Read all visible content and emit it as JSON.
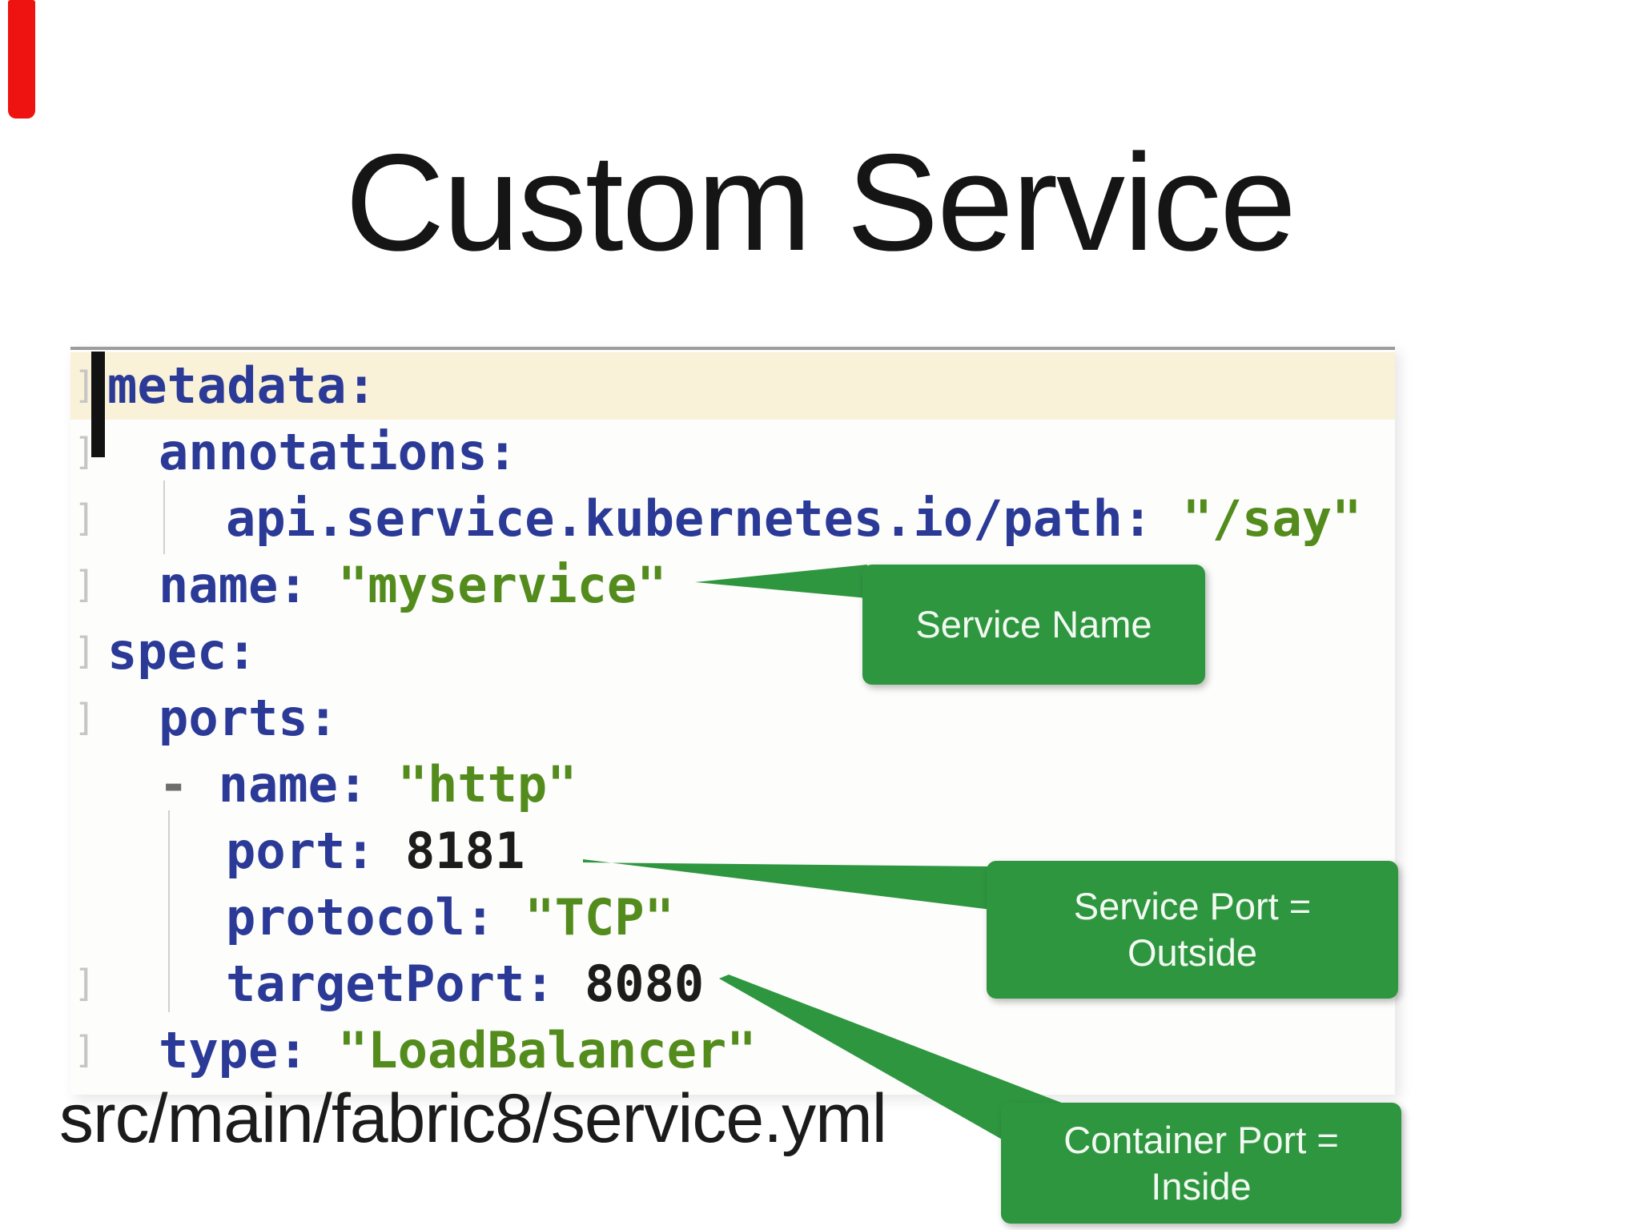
{
  "slide": {
    "title": "Custom Service",
    "source_path": "src/main/fabric8/service.yml"
  },
  "colors": {
    "callout_green": "#2f9640",
    "code_key_blue": "#2a3a96",
    "code_string_green": "#538c1d",
    "code_number_black": "#1c1c1c",
    "highlight_cream": "#f9f2d8",
    "red_marker": "#ee1310",
    "gutter_gray": "#c6c6c6",
    "editor_border_gray": "#9c9c9c"
  },
  "code": {
    "gutter_symbol": "]",
    "lines": [
      {
        "gutter": true,
        "indent": 0,
        "highlight": true,
        "tokens": [
          {
            "c": "key",
            "t": "metadata:"
          }
        ]
      },
      {
        "gutter": true,
        "indent": 1,
        "tokens": [
          {
            "c": "key",
            "t": "annotations:"
          }
        ]
      },
      {
        "gutter": true,
        "indent": 2,
        "tokens": [
          {
            "c": "key",
            "t": "api.service.kubernetes.io/path:"
          },
          {
            "c": "sp",
            "t": " "
          },
          {
            "c": "str",
            "t": "\"/say\""
          }
        ]
      },
      {
        "gutter": true,
        "indent": 1,
        "tokens": [
          {
            "c": "key",
            "t": "name:"
          },
          {
            "c": "sp",
            "t": " "
          },
          {
            "c": "str",
            "t": "\"myservice\""
          }
        ]
      },
      {
        "gutter": true,
        "indent": 0,
        "tokens": [
          {
            "c": "key",
            "t": "spec:"
          }
        ]
      },
      {
        "gutter": true,
        "indent": 1,
        "tokens": [
          {
            "c": "key",
            "t": "ports:"
          }
        ]
      },
      {
        "gutter": false,
        "indent": 1,
        "tokens": [
          {
            "c": "dash",
            "t": "- "
          },
          {
            "c": "key",
            "t": "name:"
          },
          {
            "c": "sp",
            "t": " "
          },
          {
            "c": "str",
            "t": "\"http\""
          }
        ]
      },
      {
        "gutter": false,
        "indent": 2,
        "tokens": [
          {
            "c": "key",
            "t": "port:"
          },
          {
            "c": "sp",
            "t": " "
          },
          {
            "c": "num",
            "t": "8181"
          }
        ]
      },
      {
        "gutter": false,
        "indent": 2,
        "tokens": [
          {
            "c": "key",
            "t": "protocol:"
          },
          {
            "c": "sp",
            "t": " "
          },
          {
            "c": "str",
            "t": "\"TCP\""
          }
        ]
      },
      {
        "gutter": true,
        "indent": 2,
        "tokens": [
          {
            "c": "key",
            "t": "targetPort:"
          },
          {
            "c": "sp",
            "t": " "
          },
          {
            "c": "num",
            "t": "8080"
          }
        ]
      },
      {
        "gutter": true,
        "indent": 1,
        "tokens": [
          {
            "c": "key",
            "t": "type:"
          },
          {
            "c": "sp",
            "t": " "
          },
          {
            "c": "str",
            "t": "\"LoadBalancer\""
          }
        ]
      }
    ]
  },
  "callouts": [
    {
      "label": "Service Name"
    },
    {
      "label": "Service Port =\nOutside"
    },
    {
      "label": "Container Port =\nInside"
    }
  ]
}
